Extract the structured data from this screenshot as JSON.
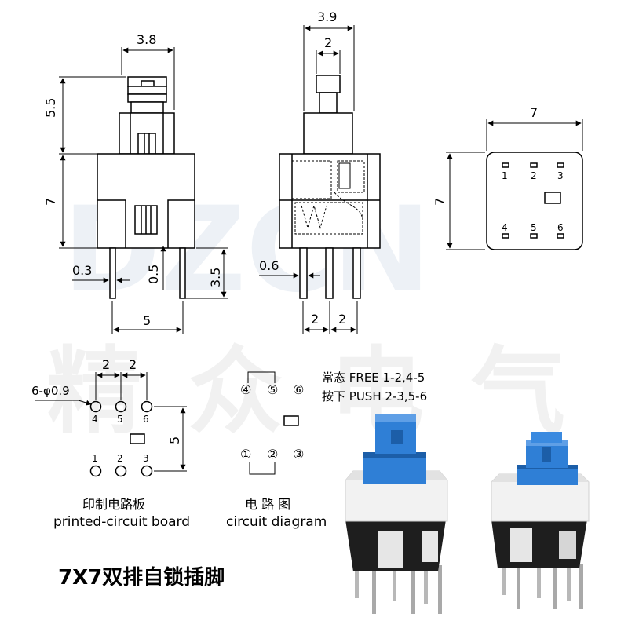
{
  "watermark": {
    "top": "DZCN",
    "bottom": [
      "精",
      "众",
      "电",
      "气"
    ]
  },
  "front_view": {
    "plunger_width": "3.8",
    "plunger_height": "5.5",
    "body_height": "7",
    "pin_thickness": "0.3",
    "pin_offset": "0.5",
    "pin_length": "3.5",
    "pin_span": "5"
  },
  "side_view": {
    "width": "3.9",
    "plunger_width": "2",
    "pin_thickness": "0.6",
    "pitch_left": "2",
    "pitch_right": "2"
  },
  "bottom_view": {
    "width": "7",
    "height": "7",
    "pins_top": [
      "1",
      "2",
      "3"
    ],
    "pins_bottom": [
      "4",
      "5",
      "6"
    ]
  },
  "pcb": {
    "pitch_left": "2",
    "pitch_right": "2",
    "hole_spec": "6-φ0.9",
    "row_spacing": "5",
    "pins_top": [
      "4",
      "5",
      "6"
    ],
    "pins_bottom": [
      "1",
      "2",
      "3"
    ],
    "label_cn": "印制电路板",
    "label_en": "printed-circuit board"
  },
  "circuit": {
    "pins_top": [
      "④",
      "⑤",
      "⑥"
    ],
    "pins_bottom": [
      "①",
      "②",
      "③"
    ],
    "label_cn": "电 路 图",
    "label_en": "circuit diagram",
    "free_line": "常态 FREE 1-2,4-5",
    "push_line": "按下 PUSH 2-3,5-6"
  },
  "caption": "7X7双排自锁插脚",
  "colors": {
    "button_blue": "#2f7fd6",
    "button_blue_dark": "#1c5ea8",
    "housing_white": "#f2f2f2",
    "housing_black": "#1e1e1e",
    "pin_metal": "#b8b8b8"
  }
}
